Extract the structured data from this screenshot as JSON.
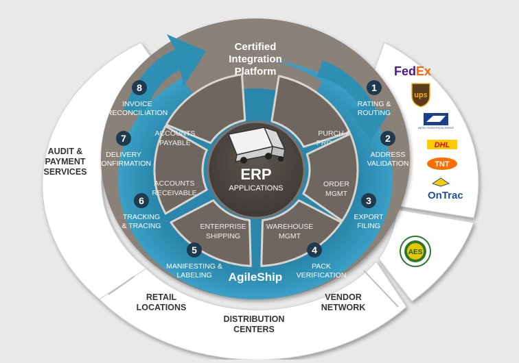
{
  "platform_title": [
    "Certified",
    "Integration",
    "Platform"
  ],
  "hub": {
    "title": "ERP",
    "subtitle": "APPLICATIONS"
  },
  "brand": "AgileShip",
  "modules": [
    {
      "lines": [
        "PURCH &",
        "PROCURE"
      ]
    },
    {
      "lines": [
        "ORDER",
        "MGMT"
      ]
    },
    {
      "lines": [
        "WAREHOUSE",
        "MGMT"
      ]
    },
    {
      "lines": [
        "ENTERPRISE",
        "SHIPPING"
      ]
    },
    {
      "lines": [
        "ACCOUNTS",
        "RECEIVABLE"
      ]
    },
    {
      "lines": [
        "ACCOUNTS",
        "PAYABLE"
      ]
    }
  ],
  "steps": [
    {
      "num": "1",
      "lines": [
        "RATING &",
        "ROUTING"
      ]
    },
    {
      "num": "2",
      "lines": [
        "ADDRESS",
        "VALIDATION"
      ]
    },
    {
      "num": "3",
      "lines": [
        "EXPORT",
        "FILING"
      ]
    },
    {
      "num": "4",
      "lines": [
        "PACK",
        "VERIFICATION"
      ]
    },
    {
      "num": "5",
      "lines": [
        "MANIFESTING &",
        "LABELING"
      ]
    },
    {
      "num": "6",
      "lines": [
        "TRACKING",
        "& TRACING"
      ]
    },
    {
      "num": "7",
      "lines": [
        "DELIVERY",
        "CONFIRMATION"
      ]
    },
    {
      "num": "8",
      "lines": [
        "INVOICE",
        "RECONCILIATION"
      ]
    }
  ],
  "outer_sections": [
    {
      "lines": [
        "AUDIT &",
        "PAYMENT",
        "SERVICES"
      ]
    },
    {
      "lines": [
        "RETAIL",
        "LOCATIONS"
      ]
    },
    {
      "lines": [
        "DISTRIBUTION",
        "CENTERS"
      ]
    },
    {
      "lines": [
        "VENDOR",
        "NETWORK"
      ]
    }
  ],
  "carriers": [
    {
      "name": "FedEx",
      "icon": "fedex-logo",
      "text": "FedEx"
    },
    {
      "name": "UPS",
      "icon": "ups-logo",
      "text": "ups"
    },
    {
      "name": "USPS",
      "icon": "usps-logo",
      "text": "UNITED STATES POSTAL SERVICE"
    },
    {
      "name": "DHL",
      "icon": "dhl-logo",
      "text": "DHL"
    },
    {
      "name": "TNT",
      "icon": "tnt-logo",
      "text": "TNT"
    },
    {
      "name": "OnTrac",
      "icon": "ontrac-logo",
      "text": "OnTrac"
    }
  ],
  "aes": {
    "icon": "aes-seal-logo",
    "text": "AES"
  },
  "colors": {
    "background": "#e9e9e9",
    "outer_ring": "#ffffff",
    "taupe_ring": "#8a8178",
    "blue_ring": "#2e8fb4",
    "petal": "#6f675f",
    "hub": "#4d4843",
    "badge": "#1f3a4c",
    "fedex_purple": "#4d148c",
    "fedex_orange": "#ff6600",
    "ups_brown": "#5a3c1d",
    "ups_gold": "#f2b01e",
    "dhl_yellow": "#ffcc00",
    "dhl_red": "#d40511",
    "tnt_orange": "#ff6d00",
    "ontrac_blue": "#1d4e9e",
    "aes_green": "#2a7a2a"
  }
}
